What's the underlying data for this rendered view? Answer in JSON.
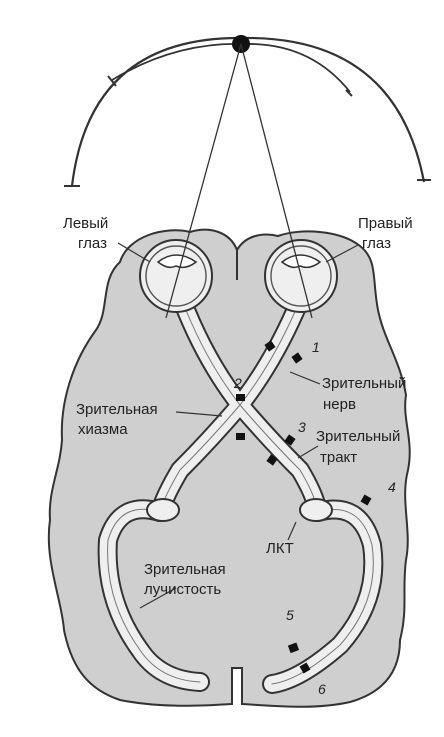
{
  "labels": {
    "left_eye": [
      "Левый",
      "глаз"
    ],
    "right_eye": [
      "Правый",
      "глаз"
    ],
    "optic_nerve": [
      "Зрительный",
      "нерв"
    ],
    "optic_chiasm": [
      "Зрительная",
      "хиазма"
    ],
    "optic_tract": [
      "Зрительный",
      "тракт"
    ],
    "lgn": "ЛКТ",
    "optic_radiation": [
      "Зрительная",
      "лучистость"
    ]
  },
  "lesion_numbers": [
    "1",
    "2",
    "3",
    "4",
    "5",
    "6"
  ],
  "colors": {
    "brain_fill": "#cfcfcf",
    "pathway_fill": "#efefef",
    "outline": "#333333",
    "lesion": "#111111"
  }
}
